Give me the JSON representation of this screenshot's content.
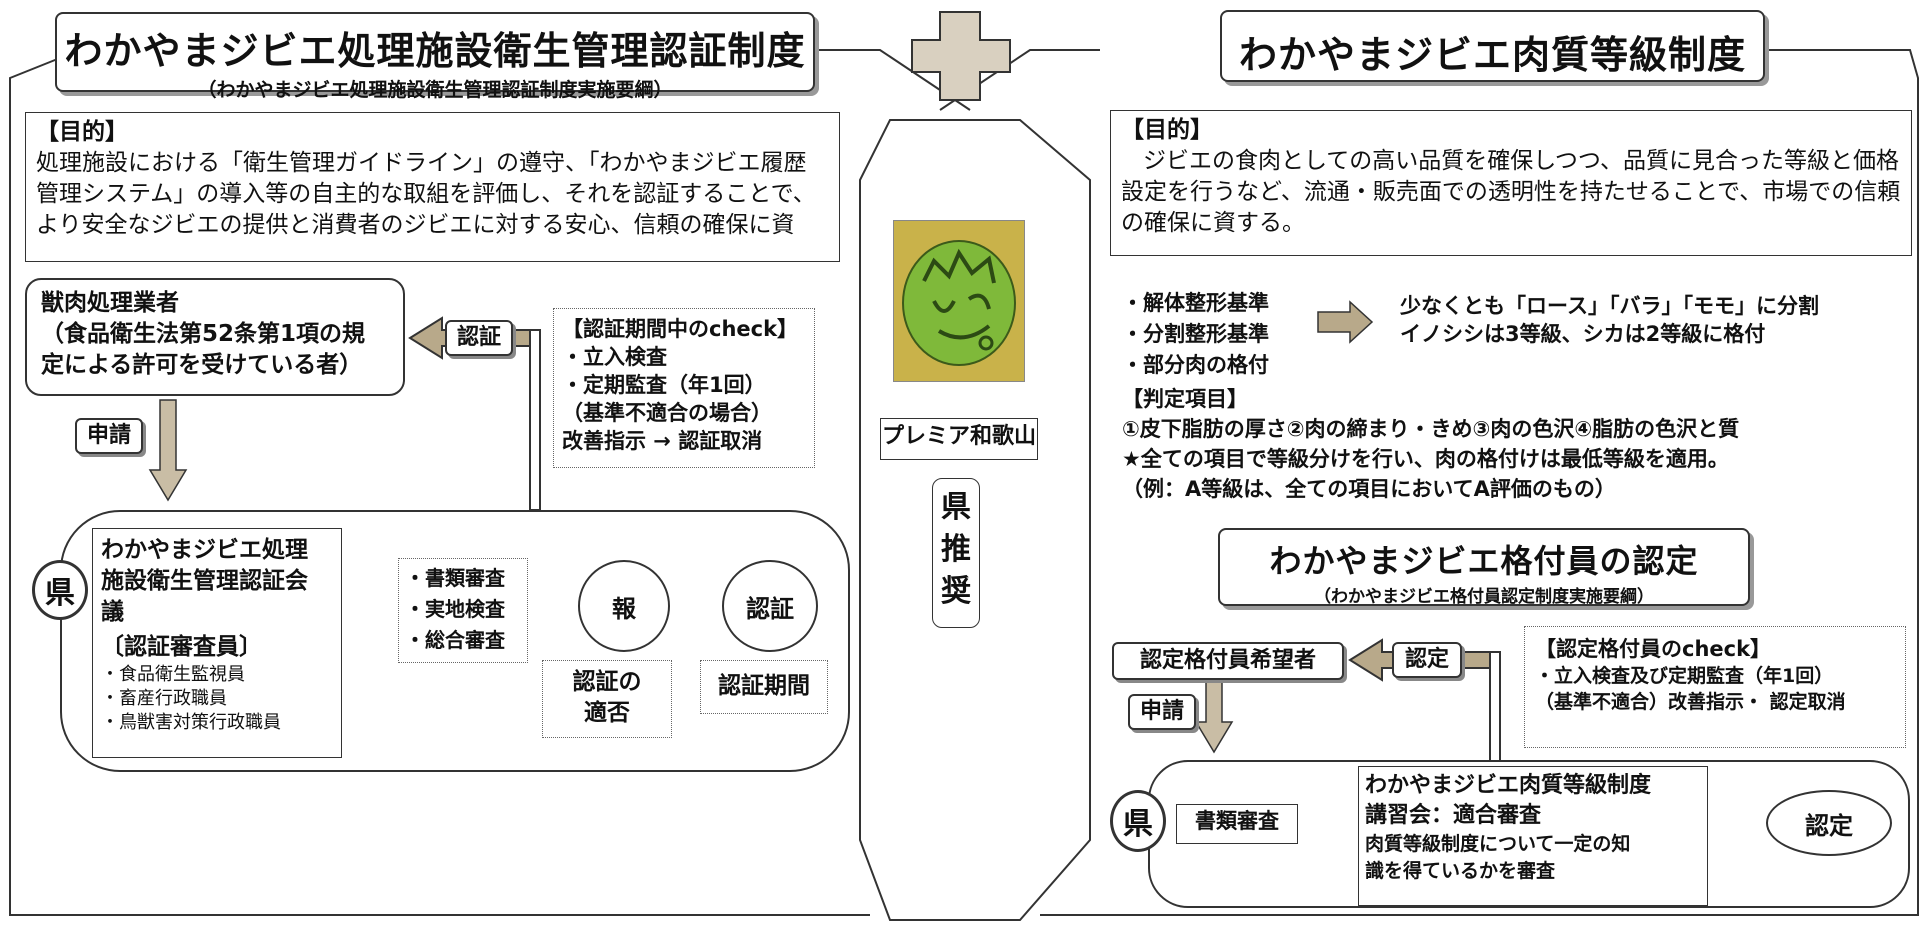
{
  "left": {
    "title": "わかやまジビエ処理施設衛生管理認証制度",
    "subtitle": "（わかやまジビエ処理施設衛生管理認証制度実施要綱）",
    "purpose_heading": "【目的】",
    "purpose_lines": [
      "処理施設における「衛生管理ガイドライン」の遵守、「わかやまジビエ履歴",
      "管理システム」の導入等の自主的な取組を評価し、それを認証することで、",
      "より安全なジビエの提供と消費者のジビエに対する安心、信頼の確保に資"
    ],
    "operator_title": "獣肉処理業者",
    "operator_lines": [
      "（食品衛生法第52条第1項の規",
      "定による許可を受けている者）"
    ],
    "certify_label": "認証",
    "apply_label": "申請",
    "check_heading": "【認証期間中のcheck】",
    "check_lines": [
      "・立入検査",
      "・定期監査（年1回）",
      "（基準不適合の場合）",
      "改善指示 → 認証取消"
    ],
    "pref_label": "県",
    "council_lines": [
      "わかやまジビエ処理",
      "施設衛生管理認証会",
      "議"
    ],
    "examiners_heading": "〔認証審査員〕",
    "examiners": [
      "・食品衛生監視員",
      "・畜産行政職員",
      "・鳥獣害対策行政職員"
    ],
    "review_items": [
      "・書類審査",
      "・実地検査",
      "・総合審査"
    ],
    "report_label": "報",
    "certify_circle_label": "認証",
    "suitability_lines": [
      "認証の",
      "適否"
    ],
    "period_label": "認証期間"
  },
  "center": {
    "brand_name": "プレミア和歌山",
    "recommend_chars": [
      "県",
      "推",
      "奨"
    ]
  },
  "right": {
    "title": "わかやまジビエ肉質等級制度",
    "purpose_heading": "【目的】",
    "purpose_lines": [
      "ジビエの食肉としての高い品質を確保しつつ、品質に見合った等級と価格",
      "設定を行うなど、流通・販売面での透明性を持たせることで、市場での信頼",
      "の確保に資する。"
    ],
    "standards": [
      "・解体整形基準",
      "・分割整形基準",
      "・部分肉の格付"
    ],
    "standards_result": [
      "少なくとも「ロース」「バラ」「モモ」に分割",
      "イノシシは3等級、シカは2等級に格付"
    ],
    "judge_heading": "【判定項目】",
    "judge_lines": [
      "①皮下脂肪の厚さ②肉の締まり・きめ③肉の色沢④脂肪の色沢と質",
      "★全ての項目で等級分けを行い、肉の格付けは最低等級を適用。",
      "（例：A等級は、全ての項目においてA評価のもの）"
    ],
    "grader_title": "わかやまジビエ格付員の認定",
    "grader_subtitle": "（わかやまジビエ格付員認定制度実施要綱）",
    "applicant_label": "認定格付員希望者",
    "certify_label": "認定",
    "apply_label": "申請",
    "check_heading": "【認定格付員のcheck】",
    "check_lines": [
      "・立入検査及び定期監査（年1回）",
      "（基準不適合）改善指示・ 認定取消"
    ],
    "pref_label": "県",
    "doc_review_label": "書類審査",
    "course_lines": [
      "わかやまジビエ肉質等級制度",
      "講習会：適合審査",
      "肉質等級制度について一定の知",
      "識を得ているかを審査"
    ],
    "result_label": "認定"
  },
  "colors": {
    "arrow_fill": "#b8a98a",
    "plus_fill": "#d9d0c0",
    "logo_green": "#7fb93a"
  }
}
